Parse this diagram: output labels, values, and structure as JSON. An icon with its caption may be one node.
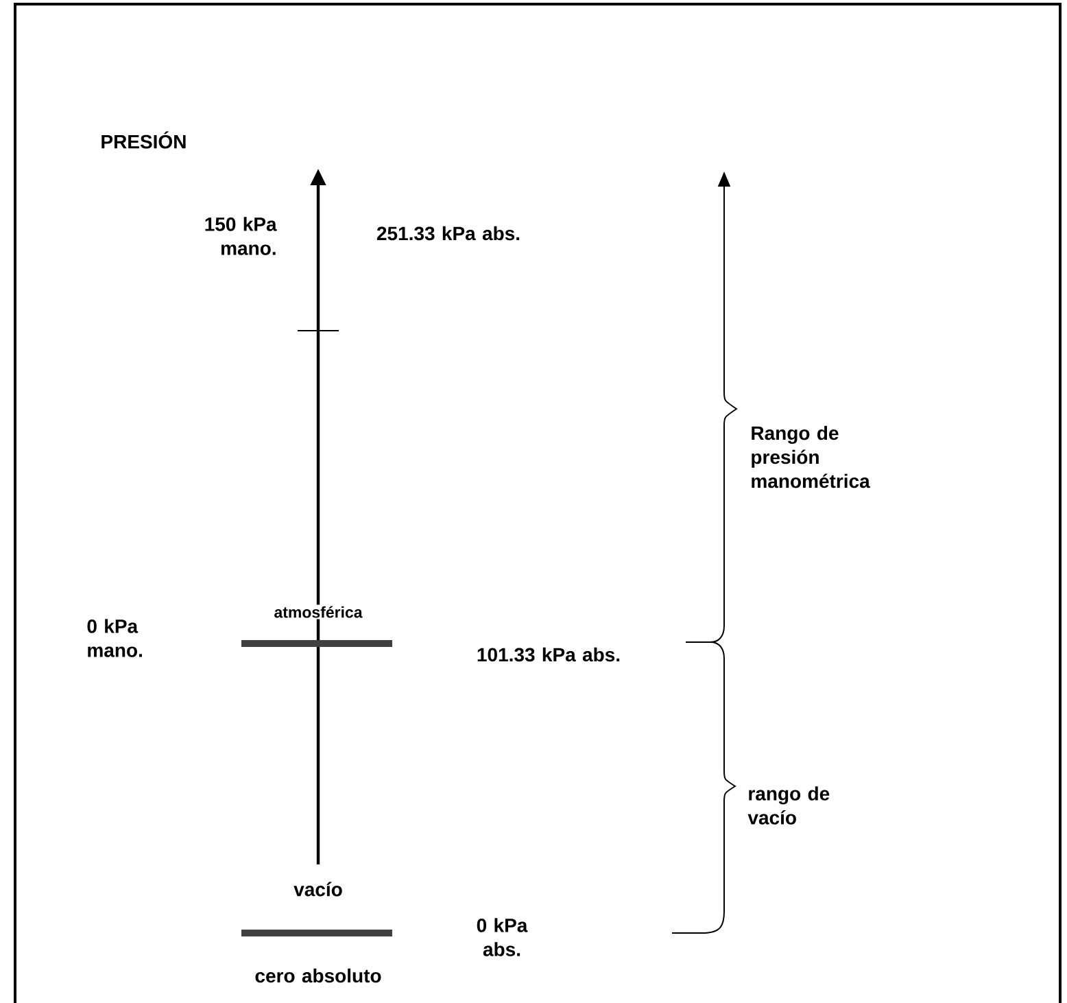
{
  "diagram": {
    "labels": [
      "PRESIÓN",
      "150 kPa mano.",
      "251.33 kPa abs.",
      "Rango de presión manométrica",
      "0 kPa mano.",
      "atmosférica",
      "101.33 kPa abs.",
      "rango de vacío",
      "vacío",
      "0 kPa abs.",
      "cero absoluto"
    ]
  }
}
